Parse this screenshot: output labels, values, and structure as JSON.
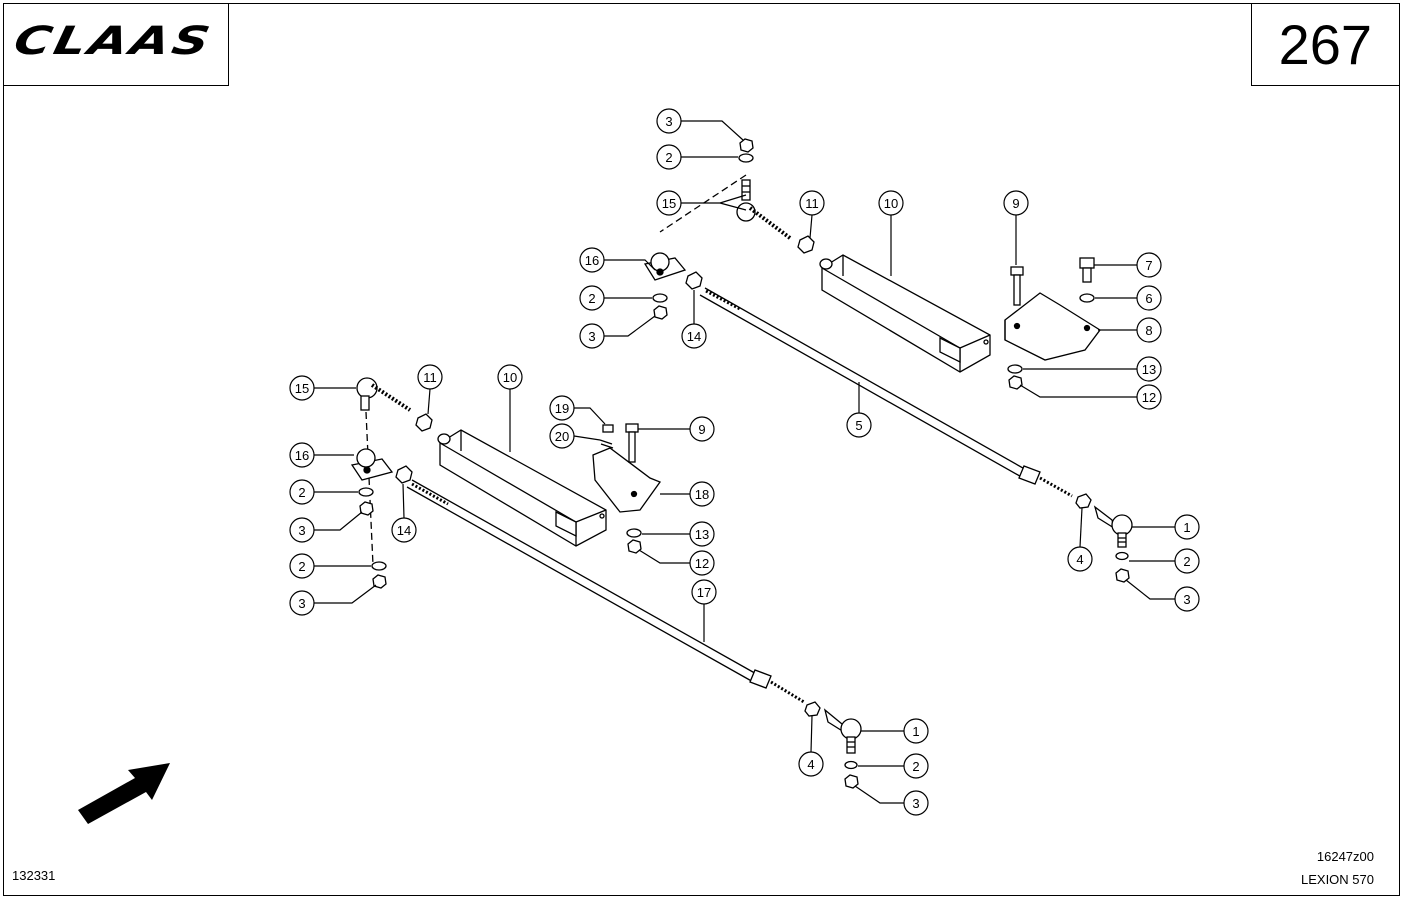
{
  "header": {
    "brand": "CLAAS",
    "page_number": "267"
  },
  "footer": {
    "reference_number": "132331",
    "drawing_code": "16247z00",
    "model": "LEXION 570"
  },
  "callouts": {
    "upper": {
      "c3a": "3",
      "c2a": "2",
      "c15": "15",
      "c11": "11",
      "c10": "10",
      "c9": "9",
      "c16": "16",
      "c7": "7",
      "c6": "6",
      "c2b": "2",
      "c8": "8",
      "c3b": "3",
      "c14": "14",
      "c13": "13",
      "c12": "12",
      "c5": "5",
      "c1": "1",
      "c4": "4",
      "c2c": "2",
      "c3c": "3"
    },
    "lower": {
      "c15": "15",
      "c11": "11",
      "c10": "10",
      "c19": "19",
      "c20": "20",
      "c9": "9",
      "c16": "16",
      "c18": "18",
      "c2a": "2",
      "c3a": "3",
      "c14": "14",
      "c13": "13",
      "c12": "12",
      "c2b": "2",
      "c3b": "3",
      "c17": "17",
      "c1": "1",
      "c2c": "2",
      "c4": "4",
      "c3c": "3"
    }
  }
}
